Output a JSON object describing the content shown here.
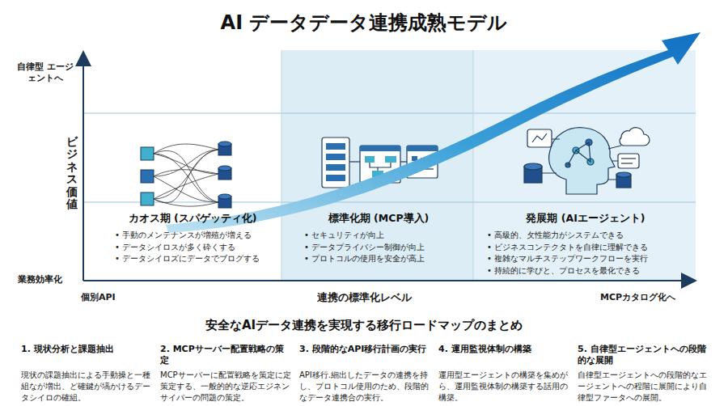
{
  "diagram": {
    "title": "AI データデータ連携成熟モデル",
    "nodes": [
      {
        "text": [
          "カオス期 (スパゲッティ化)",
          "• 手動のメンテナンスが増殖が増える",
          "• データシイロスが多く砕くする",
          "• データシイロズにデータでブログする"
        ]
      },
      {
        "text": [
          "標準化期 (MCP導入)",
          "• セキュリティが向上",
          "• データプライバシー制御が向上",
          "• プロトコルの使用を安全が高上"
        ]
      },
      {
        "text": [
          "発展期 (AIエージェント)",
          "• 高級的、攵性能力がシステムできる",
          "• ビジネスコンテクタトを自律に理解できる",
          "• 複雑なマルチステップワークフローを実行",
          "• 持続的に学びと、プロセスを最化できる"
        ]
      }
    ],
    "labels": [
      "自律型 エージェントへ",
      "ビジネス価値",
      "業務効率化",
      "個別API",
      "連携の標準化レベル",
      "MCPカタログ化へ",
      "安全なAIデータ連携を実現する移行ロードマップのまとめ",
      "1. 現状分析と課題抽出",
      "現状の課題抽出による手動操と一種組なが増出、ど確鍵が塙かけるデータシイロの確組。",
      "2. MCPサーバー配置戦略の策定",
      "MCPサーバーに配置戦略を策定に定策定する、一般的的な逆応エジネンサイパーの問題の策定。",
      "3. 段階的なAPI移行計画の実行",
      "API移行.細出したデータの連携を持し、プロトコル使用のため、段階的なデータ連携合の実行。",
      "4. 運用監視体制の構築",
      "運用型エージェントの構築を集めがら、運用監視体制の構築する話用の構築。",
      "5. 自律型エージェントへの段階的な展開",
      "自律型エージェントへの段階的なエージェントへの程階に展開により自律型ファータへの展開。"
    ]
  }
}
